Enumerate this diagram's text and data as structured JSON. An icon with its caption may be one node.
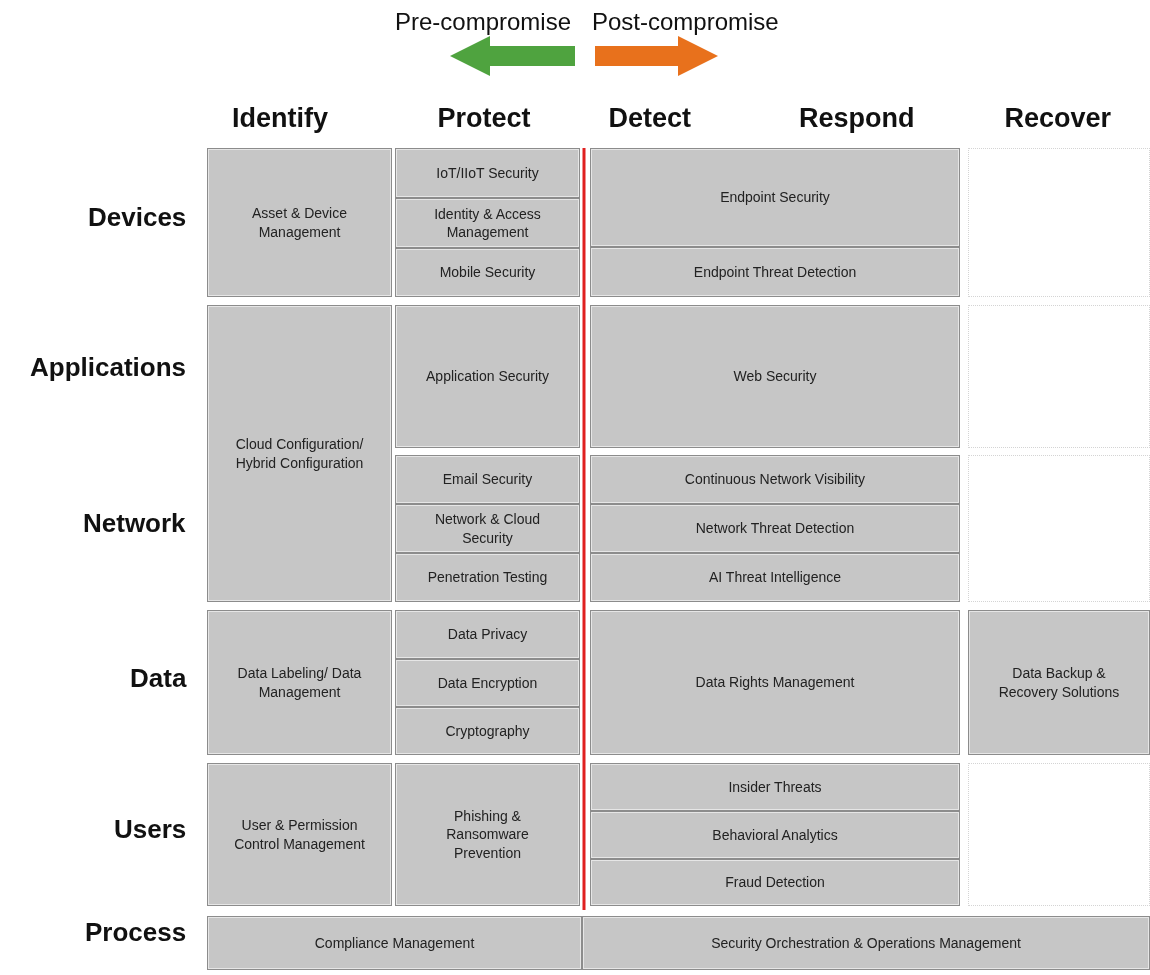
{
  "diagram": {
    "nodes": [
      {
        "text": [
          "Asset & Device Management"
        ]
      },
      {
        "text": [
          "IoT/IIoT Security"
        ]
      },
      {
        "text": [
          "Identity & Access Management"
        ]
      },
      {
        "text": [
          "Mobile Security"
        ]
      },
      {
        "text": [
          "Endpoint Security"
        ]
      },
      {
        "text": [
          "Endpoint Threat Detection"
        ]
      },
      {
        "text": [
          "Cloud Configuration/ Hybrid Configuration"
        ]
      },
      {
        "text": [
          "Application Security"
        ]
      },
      {
        "text": [
          "Web Security"
        ]
      },
      {
        "text": [
          "Email Security"
        ]
      },
      {
        "text": [
          "Network & Cloud Security"
        ]
      },
      {
        "text": [
          "Penetration Testing"
        ]
      },
      {
        "text": [
          "Continuous Network Visibility"
        ]
      },
      {
        "text": [
          "Network Threat Detection"
        ]
      },
      {
        "text": [
          "AI Threat Intelligence"
        ]
      },
      {
        "text": [
          "Data Labeling/ Data Management"
        ]
      },
      {
        "text": [
          "Data Privacy"
        ]
      },
      {
        "text": [
          "Data Encryption"
        ]
      },
      {
        "text": [
          "Cryptography"
        ]
      },
      {
        "text": [
          "Data Rights Management"
        ]
      },
      {
        "text": [
          "Data Backup & Recovery Solutions"
        ]
      },
      {
        "text": [
          "User & Permission Control Management"
        ]
      },
      {
        "text": [
          "Phishing & Ransomware Prevention"
        ]
      },
      {
        "text": [
          "Insider Threats"
        ]
      },
      {
        "text": [
          "Behavioral Analytics"
        ]
      },
      {
        "text": [
          "Fraud Detection"
        ]
      },
      {
        "text": [
          "Compliance Management"
        ]
      },
      {
        "text": [
          "Security Orchestration & Operations Management"
        ]
      }
    ],
    "labels": [
      "Pre-compromise",
      "Post-compromise",
      "Identify",
      "Protect",
      "Detect",
      "Respond",
      "Recover",
      "Devices",
      "Applications",
      "Network",
      "Data",
      "Users",
      "Process"
    ]
  }
}
